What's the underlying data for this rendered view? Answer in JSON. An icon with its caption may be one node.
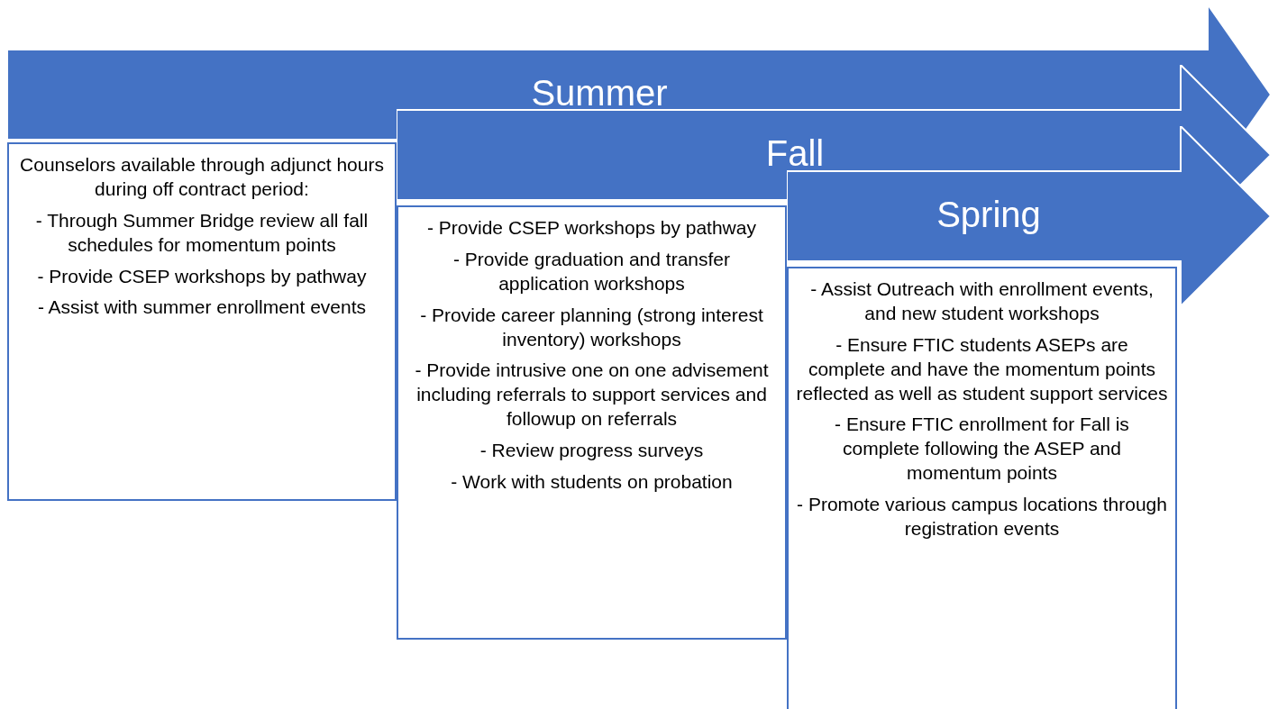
{
  "diagram": {
    "nodes": [
      {
        "text": [
          "Summer"
        ]
      },
      {
        "text": [
          "Counselors available through adjunct hours during off contract period:",
          "- Through Summer Bridge review all fall schedules for momentum points",
          "- Provide CSEP workshops by pathway",
          "- Assist with summer enrollment events"
        ]
      },
      {
        "text": [
          "Fall"
        ]
      },
      {
        "text": [
          "- Provide CSEP workshops by pathway",
          "- Provide graduation and transfer application workshops",
          "- Provide career planning (strong interest inventory) workshops",
          "- Provide intrusive one on one advisement including referrals to support services and followup on referrals",
          "- Review progress surveys",
          "- Work with students on probation"
        ]
      },
      {
        "text": [
          "Spring"
        ]
      },
      {
        "text": [
          "- Assist Outreach with enrollment events, and new student workshops",
          "- Ensure FTIC students ASEPs are complete and have the momentum points reflected as well as student support services",
          "- Ensure FTIC enrollment for Fall is complete following the ASEP and momentum points",
          "- Promote various campus locations through registration events"
        ]
      }
    ],
    "edges": []
  }
}
